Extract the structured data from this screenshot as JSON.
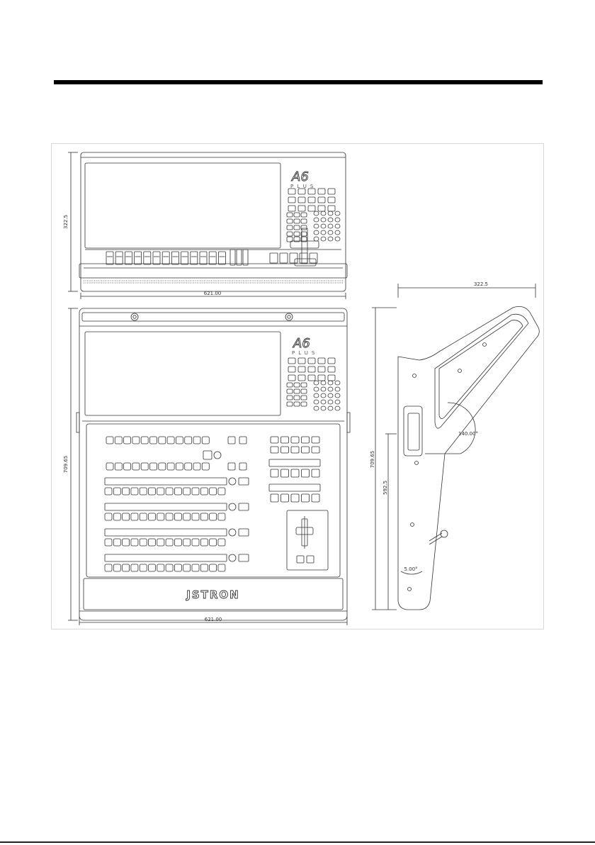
{
  "top_view": {
    "width_label": "621.00",
    "depth_label": "322.5",
    "logo_text": "A6",
    "logo_sub": "PLUS"
  },
  "front_view": {
    "width_label": "621.00",
    "height_label": "709.65",
    "brand_text": "JSTRON",
    "logo_text": "A6",
    "logo_sub": "PLUS"
  },
  "side_view": {
    "depth_label": "322.5",
    "height_label": "709.65",
    "lower_height_label": "592.5",
    "angle_label": "140.00°",
    "tilt_label": "5.00°"
  },
  "colors": {
    "line": "#333333",
    "frame": "#d9d9d9",
    "rule": "#000000"
  }
}
